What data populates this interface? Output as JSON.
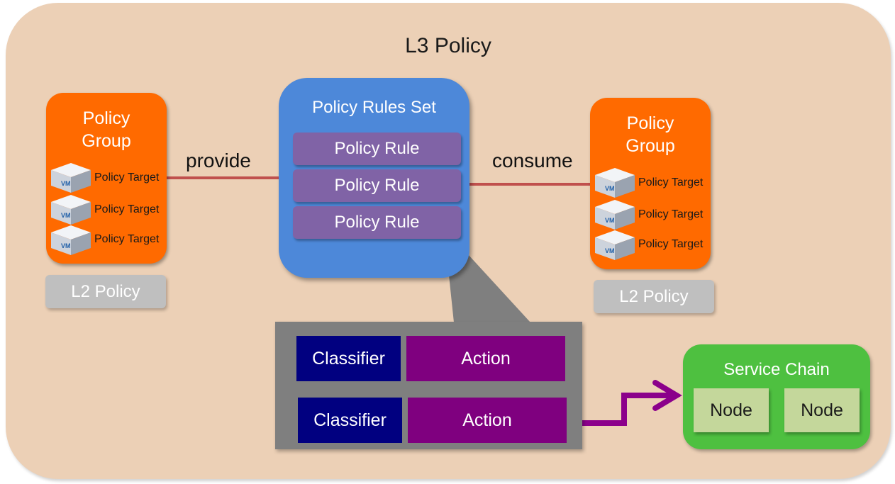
{
  "colors": {
    "l3_background": "#ecd0b6",
    "policy_group": "#ff6a00",
    "l2_policy": "#bfbfbf",
    "rules_set": "#4d88d9",
    "policy_rule": "#8063a6",
    "edge": "#c0504d",
    "classifier": "#010080",
    "action": "#7f007f",
    "service_chain": "#4ec040",
    "node": "#c4d79b",
    "chain_arrow": "#8b008b"
  },
  "l3_policy": {
    "title": "L3 Policy"
  },
  "left_group": {
    "label_line1": "Policy",
    "label_line2": "Group",
    "targets": [
      {
        "icon": "vm-icon",
        "vm_text": "VM",
        "label": "Policy Target"
      },
      {
        "icon": "vm-icon",
        "vm_text": "VM",
        "label": "Policy Target"
      },
      {
        "icon": "vm-icon",
        "vm_text": "VM",
        "label": "Policy Target"
      }
    ],
    "l2_policy": "L2 Policy"
  },
  "right_group": {
    "label_line1": "Policy",
    "label_line2": "Group",
    "targets": [
      {
        "icon": "vm-icon",
        "vm_text": "VM",
        "label": "Policy Target"
      },
      {
        "icon": "vm-icon",
        "vm_text": "VM",
        "label": "Policy Target"
      },
      {
        "icon": "vm-icon",
        "vm_text": "VM",
        "label": "Policy Target"
      }
    ],
    "l2_policy": "L2 Policy"
  },
  "rules_set": {
    "title": "Policy Rules Set",
    "rules": [
      "Policy Rule",
      "Policy Rule",
      "Policy Rule"
    ]
  },
  "edges": {
    "provide": "provide",
    "consume": "consume"
  },
  "rule_detail": {
    "rows": [
      {
        "classifier": "Classifier",
        "action": "Action"
      },
      {
        "classifier": "Classifier",
        "action": "Action"
      }
    ]
  },
  "service_chain": {
    "title": "Service Chain",
    "nodes": [
      "Node",
      "Node"
    ]
  }
}
